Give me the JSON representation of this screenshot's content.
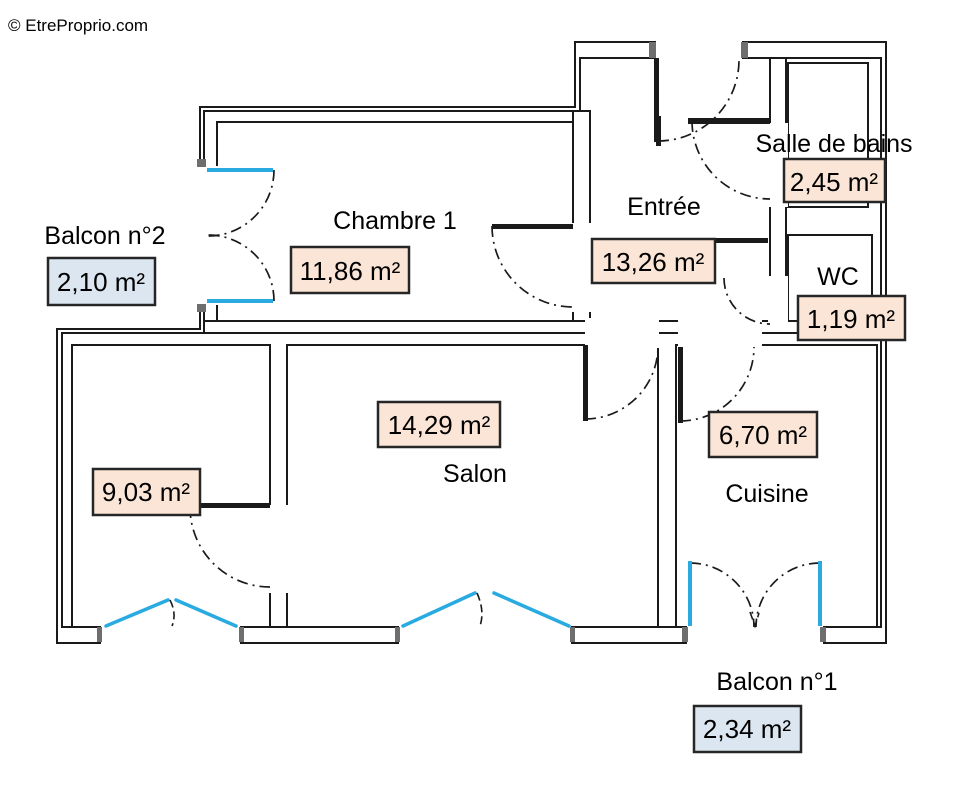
{
  "watermark": "© EtreProprio.com",
  "colors": {
    "window": "#29ABE2",
    "room_box_fill": "#FBE5D6",
    "balcony_box_fill": "#DCE6F1",
    "wall": "#1A1A1A",
    "post": "#6E6E6E",
    "watermark": "#D9D9D9"
  },
  "rooms": {
    "chambre1": {
      "name": "Chambre 1",
      "area": "11,86 m²"
    },
    "entree": {
      "name": "Entrée",
      "area": "13,26 m²"
    },
    "salle_de_bains": {
      "name": "Salle de bains",
      "area": "2,45 m²"
    },
    "wc": {
      "name": "WC",
      "area": "1,19 m²"
    },
    "chambre2": {
      "area": "9,03 m²"
    },
    "salon": {
      "name": "Salon",
      "area": "14,29 m²"
    },
    "cuisine": {
      "name": "Cuisine",
      "area": "6,70 m²"
    },
    "balcon1": {
      "name": "Balcon n°1",
      "area": "2,34 m²"
    },
    "balcon2": {
      "name": "Balcon n°2",
      "area": "2,10 m²"
    }
  }
}
